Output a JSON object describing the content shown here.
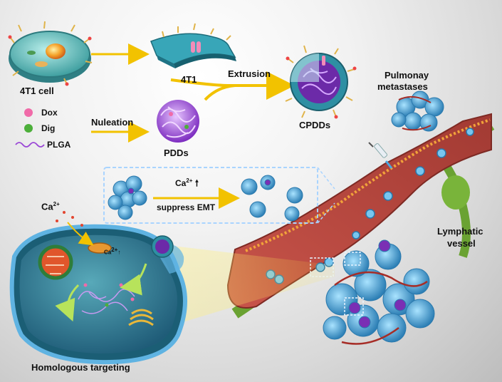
{
  "labels": {
    "cell_4t1": "4T1 cell",
    "membrane_4t1": "4T1",
    "extrusion": "Extrusion",
    "cpdds": "CPDDs",
    "pulmonary": "Pulmonay",
    "metastases": "metastases",
    "nucleation": "Nuleation",
    "pdds": "PDDs",
    "ca_base": "Ca",
    "ca_charge": "2+",
    "suppress_emt": "suppress EMT",
    "lymphatic": "Lymphatic",
    "vessel": "vessel",
    "ca_left_base": "Ca",
    "ca_left_charge": "2+",
    "ca_small_base": "Ca",
    "ca_small_charge": "2+",
    "homologous": "Homologous targeting"
  },
  "legend": [
    {
      "label": "Dox",
      "color": "#f06aa8"
    },
    {
      "label": "Dig",
      "color": "#4caf3a"
    },
    {
      "label": "PLGA",
      "color": "#9a47d6"
    }
  ],
  "colors": {
    "arrow": "#f2c200",
    "vessel": "#b4443a",
    "lymph": "#7bb236",
    "cell_blue": "#3c8fc4",
    "dashed_box": "#a9d4ff"
  }
}
